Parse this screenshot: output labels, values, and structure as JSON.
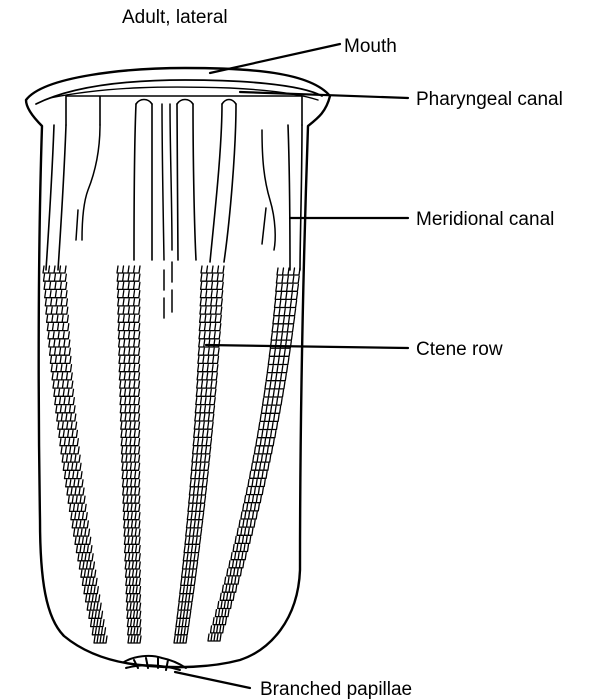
{
  "diagram": {
    "title": "Adult, lateral",
    "labels": {
      "mouth": "Mouth",
      "pharyngeal_canal": "Pharyngeal canal",
      "meridional_canal": "Meridional canal",
      "ctene_row": "Ctene row",
      "branched_papillae": "Branched papillae"
    }
  }
}
